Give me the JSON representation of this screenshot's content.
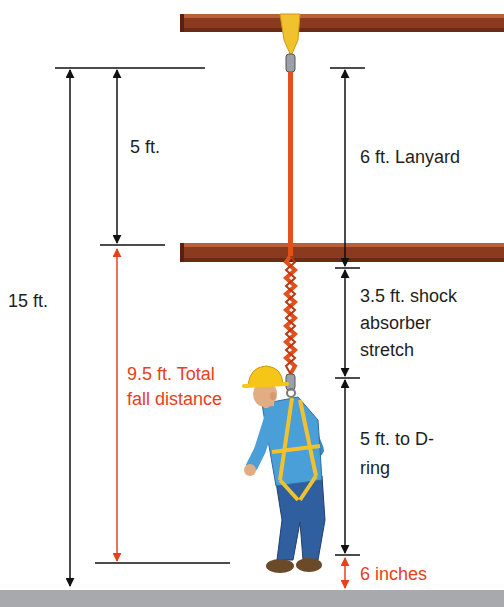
{
  "diagram": {
    "labels": [
      "5 ft.",
      "15 ft.",
      "9.5 ft. Total fall distance",
      "6 ft. Lanyard",
      "3.5 ft. shock absorber stretch",
      "5 ft. to D-ring",
      "6 inches"
    ]
  }
}
